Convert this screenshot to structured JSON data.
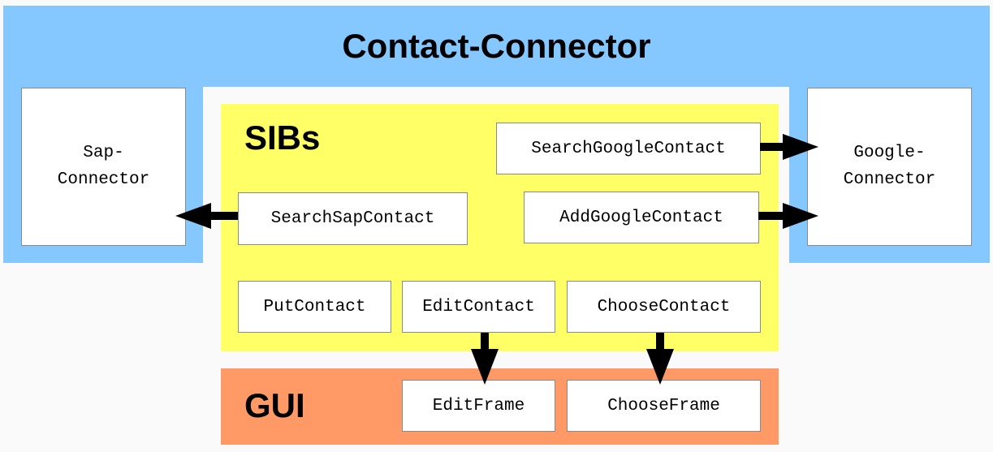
{
  "title": "Contact-Connector",
  "sap_connector": {
    "label": "Sap-\nConnector"
  },
  "google_connector": {
    "label": "Google-\nConnector"
  },
  "sibs": {
    "label": "SIBs",
    "search_google_contact": "SearchGoogleContact",
    "search_sap_contact": "SearchSapContact",
    "add_google_contact": "AddGoogleContact",
    "put_contact": "PutContact",
    "edit_contact": "EditContact",
    "choose_contact": "ChooseContact"
  },
  "gui": {
    "label": "GUI",
    "edit_frame": "EditFrame",
    "choose_frame": "ChooseFrame"
  },
  "colors": {
    "connector_blue": "#85c7ff",
    "sibs_yellow": "#ffff66",
    "gui_orange": "#ff9966"
  }
}
